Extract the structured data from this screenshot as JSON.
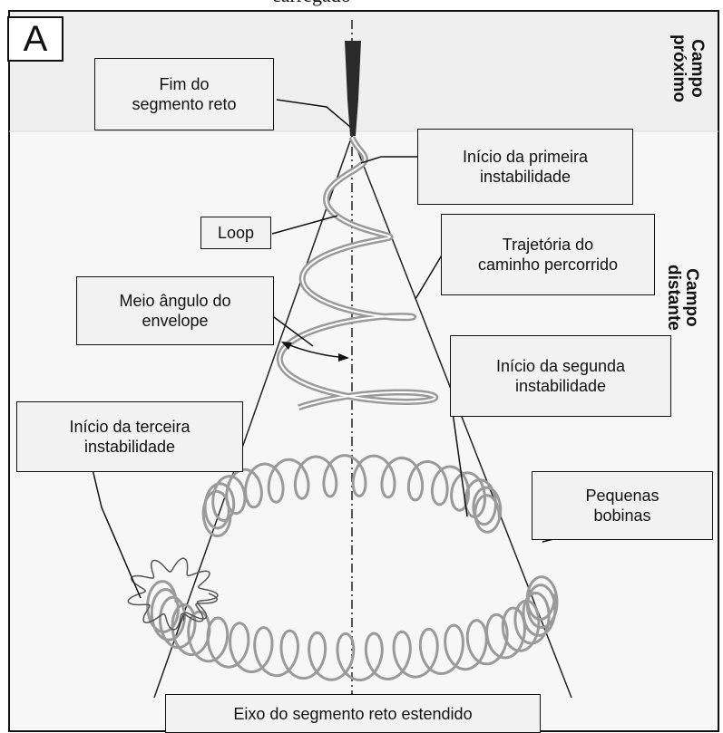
{
  "cut_title": "carregado",
  "panel_label": "A",
  "regions": {
    "near_field": "Campo\npróximo",
    "far_field": "Campo distante"
  },
  "labels": {
    "end_straight": "Fim do\nsegmento reto",
    "first_instability": "Início da primeira\ninstabilidade",
    "loop": "Loop",
    "path_trajectory": "Trajetória do\ncaminho percorrido",
    "half_angle": "Meio ângulo do\nenvelope",
    "second_instability": "Início da segunda\ninstabilidade",
    "third_instability": "Início da terceira\ninstabilidade",
    "small_coils": "Pequenas\nbobinas",
    "axis": "Eixo do segmento reto estendido"
  },
  "colors": {
    "near_field_bg": "#efefef",
    "far_field_bg": "#f7f7f7",
    "box_bg": "#f2f2f2",
    "helix": "#9a9a9a",
    "ink": "#111111"
  }
}
